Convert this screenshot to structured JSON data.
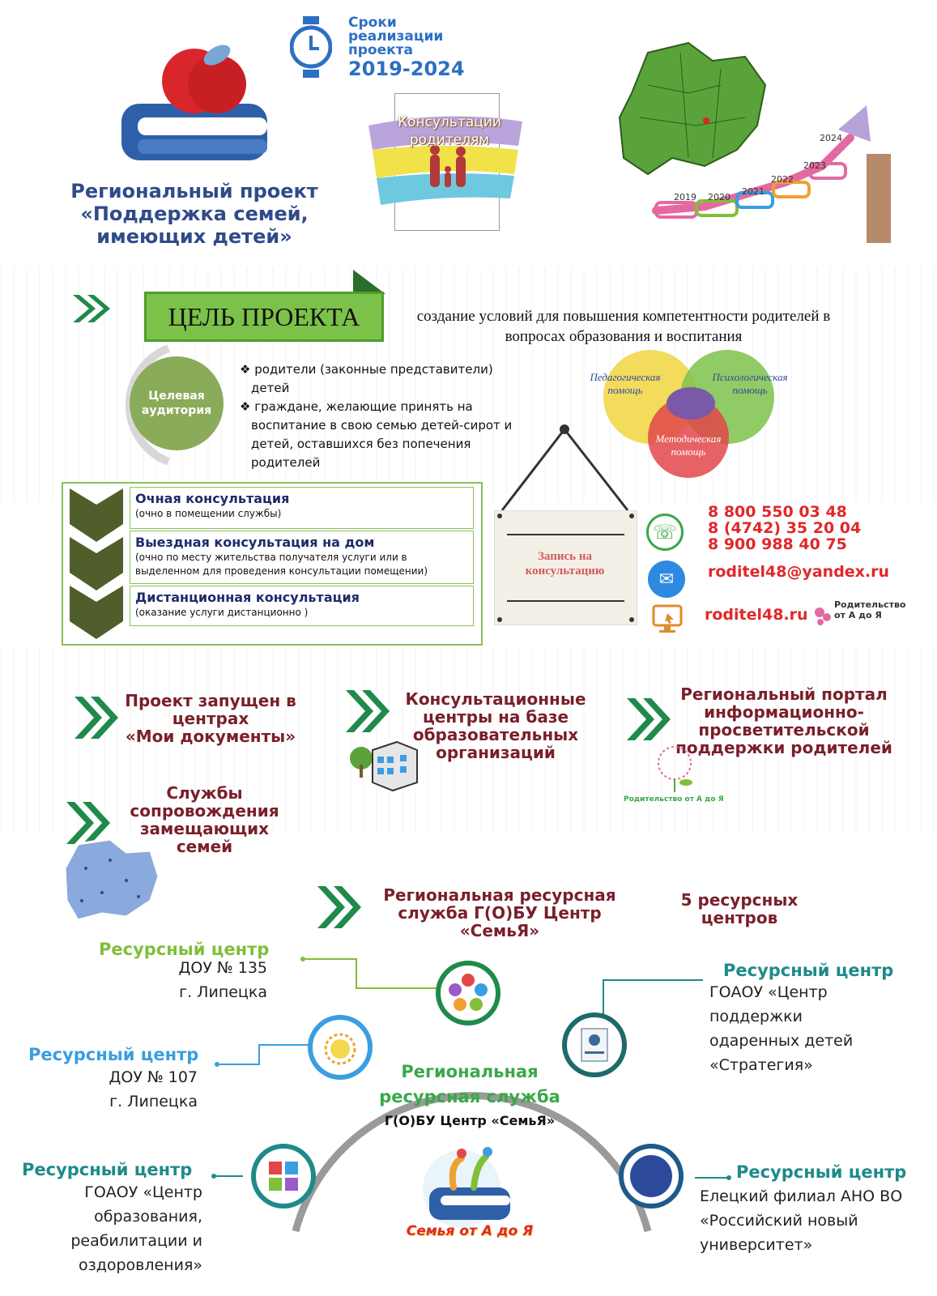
{
  "header": {
    "title_lines": [
      "Региональный проект",
      "«Поддержка семей,",
      "имеющих детей»"
    ],
    "deadline_lines": [
      "Сроки",
      "реализации",
      "проекта"
    ],
    "deadline_years": "2019-2024",
    "poster_text_lines": [
      "Консультации",
      "родителям"
    ],
    "years": [
      "2019",
      "2020",
      "2021",
      "2022",
      "2023",
      "2024"
    ]
  },
  "goal": {
    "label": "ЦЕЛЬ ПРОЕКТА",
    "text": "создание условий для повышения компетентности родителей в вопросах образования и воспитания",
    "audience_label_lines": [
      "Целевая",
      "аудитория"
    ],
    "audience_items": [
      "родители (законные представители) детей",
      "граждане, желающие принять на воспитание в свою семью детей-сирот и детей, оставшихся без попечения родителей"
    ],
    "venn": [
      "Педагогическая помощь",
      "Психологическая помощь",
      "Методическая помощь"
    ]
  },
  "consultations": [
    {
      "title": "Очная консультация",
      "subtitle": "(очно в помещении службы)"
    },
    {
      "title": "Выездная консультация на дом",
      "subtitle": "(очно по месту жительства получателя услуги или в выделенном для проведения консультации помещении)"
    },
    {
      "title": "Дистанционная консультация",
      "subtitle": "(оказание услуги дистанционно )"
    }
  ],
  "contacts": {
    "sign_text_lines": [
      "Запись на",
      "консультацию"
    ],
    "phones": [
      "8 800 550 03 48",
      "8 (4742) 35 20 04",
      "8 900 988 40 75"
    ],
    "email": "roditel48@yandex.ru",
    "site": "roditel48.ru",
    "site_logo_lines": [
      "Родительство",
      "от А до Я"
    ]
  },
  "launch": {
    "item1_lines": [
      "Проект запущен в",
      "центрах",
      "«Мои документы»"
    ],
    "item2_lines": [
      "Консультационные",
      "центры на базе",
      "образовательных",
      "организаций"
    ],
    "item3_lines": [
      "Региональный портал",
      "информационно-",
      "просветительской",
      "поддержки родителей"
    ],
    "portal_logo": "Родительство от А до Я",
    "item4_lines": [
      "Службы",
      "сопровождения",
      "замещающих",
      "семей"
    ]
  },
  "regional": {
    "heading_lines": [
      "Региональная ресурсная",
      "служба Г(О)БУ Центр",
      "«СемьЯ»"
    ],
    "count_lines": [
      "5 ресурсных",
      "центров"
    ],
    "center_title_lines": [
      "Региональная",
      "ресурсная служба"
    ],
    "center_sub": "Г(О)БУ Центр «СемьЯ»",
    "family_logo": "Семья от А до Я",
    "resource_label": "Ресурсный центр",
    "rc1_lines": [
      "ДОУ № 135",
      "г. Липецка"
    ],
    "rc2_lines": [
      "ДОУ № 107",
      "г. Липецка"
    ],
    "rc3_lines": [
      "ГОАОУ «Центр",
      "образования,",
      "реабилитации и",
      "оздоровления»"
    ],
    "rc4_lines": [
      "ГОАОУ «Центр",
      "поддержки",
      "одаренных детей",
      "«Стратегия»"
    ],
    "rc5_lines": [
      "Елецкий филиал АНО ВО",
      "«Российский новый",
      "университет»"
    ]
  },
  "colors": {
    "accent_green": "#7cc24a",
    "dark_green_chevron": "#1f8a4a",
    "title_blue": "#2f4b8a",
    "contact_red": "#e0282a",
    "heading_maroon": "#7a1f2a"
  }
}
